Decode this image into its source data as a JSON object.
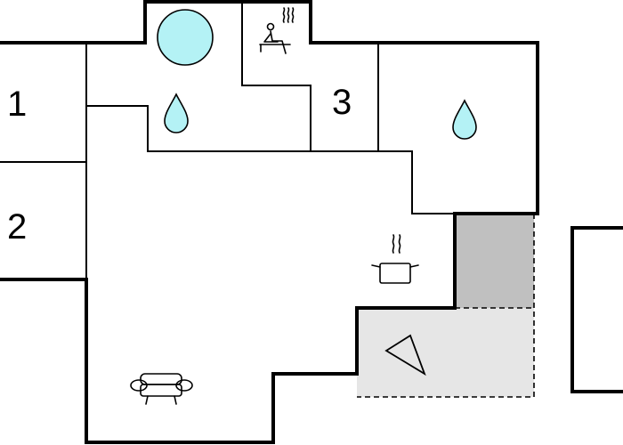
{
  "rooms": [
    {
      "number": "1"
    },
    {
      "number": "2"
    },
    {
      "number": "3"
    }
  ],
  "fixtures": {
    "hot_tub": "circle-icon",
    "sauna": "sauna-icon",
    "bathroom_1": "water-drop-icon",
    "bathroom_2": "water-drop-icon",
    "kitchen": "cooking-pot-icon",
    "living_room": "sofa-icon",
    "terrace": "terrace-icon"
  },
  "colors": {
    "water": "#b4f2f5",
    "covered_terrace": "#c0c0c0",
    "open_terrace": "#e6e6e6",
    "wall": "#000000"
  }
}
